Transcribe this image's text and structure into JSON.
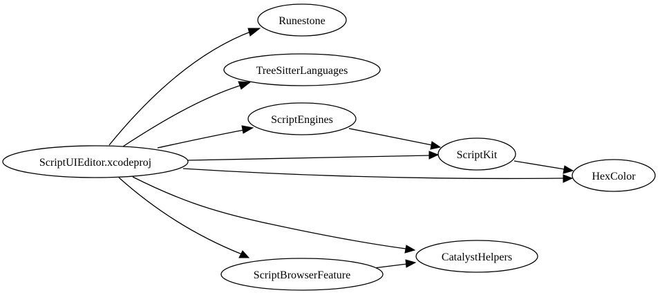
{
  "graph": {
    "nodes": [
      {
        "id": "xcodeproj",
        "label": "ScriptUIEditor.xcodeproj"
      },
      {
        "id": "runestone",
        "label": "Runestone"
      },
      {
        "id": "treesitter",
        "label": "TreeSitterLanguages"
      },
      {
        "id": "engines",
        "label": "ScriptEngines"
      },
      {
        "id": "kit",
        "label": "ScriptKit"
      },
      {
        "id": "hexcolor",
        "label": "HexColor"
      },
      {
        "id": "catalyst",
        "label": "CatalystHelpers"
      },
      {
        "id": "browser",
        "label": "ScriptBrowserFeature"
      }
    ],
    "edges": [
      {
        "from": "xcodeproj",
        "to": "runestone"
      },
      {
        "from": "xcodeproj",
        "to": "treesitter"
      },
      {
        "from": "xcodeproj",
        "to": "engines"
      },
      {
        "from": "xcodeproj",
        "to": "kit"
      },
      {
        "from": "xcodeproj",
        "to": "hexcolor"
      },
      {
        "from": "xcodeproj",
        "to": "catalyst"
      },
      {
        "from": "xcodeproj",
        "to": "browser"
      },
      {
        "from": "engines",
        "to": "kit"
      },
      {
        "from": "kit",
        "to": "hexcolor"
      },
      {
        "from": "browser",
        "to": "catalyst"
      }
    ]
  }
}
